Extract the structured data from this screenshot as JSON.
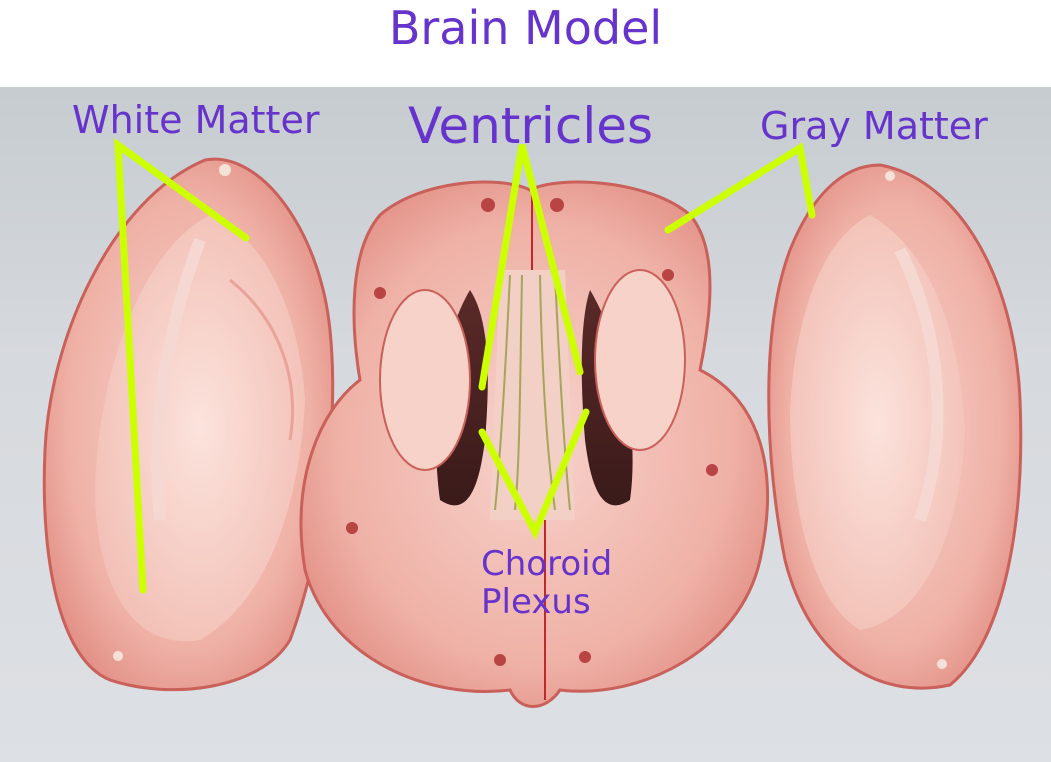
{
  "title": "Brain Model",
  "labels": {
    "white_matter": "White Matter",
    "ventricles": "Ventricles",
    "gray_matter": "Gray Matter",
    "choroid_line1": "Choroid",
    "choroid_line2": "Plexus"
  },
  "colors": {
    "label_text": "#6633CC",
    "pointer_lines": "#CCFF00",
    "background": "#FFFFFF",
    "tissue": "#F0A8A0"
  }
}
